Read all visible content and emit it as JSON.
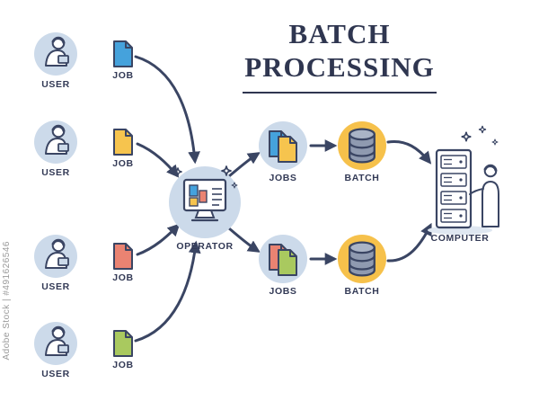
{
  "title": {
    "line1": "BATCH",
    "line2": "PROCESSING"
  },
  "watermark": {
    "side_text": "Adobe Stock | #491626546"
  },
  "palette": {
    "outline": "#3a4563",
    "node_bg": "#ccdaea",
    "batch_bg": "#f6c14b",
    "db_body": "#8f9ab0",
    "db_top": "#aab4c6"
  },
  "users": [
    {
      "label": "USER"
    },
    {
      "label": "USER"
    },
    {
      "label": "USER"
    },
    {
      "label": "USER"
    }
  ],
  "jobs": [
    {
      "label": "JOB",
      "color": "#45a2dc"
    },
    {
      "label": "JOB",
      "color": "#f6c44e"
    },
    {
      "label": "JOB",
      "color": "#ea8372"
    },
    {
      "label": "JOB",
      "color": "#a9c95f"
    }
  ],
  "operator": {
    "label": "OPERATOR"
  },
  "job_groups": [
    {
      "label": "JOBS",
      "back_color": "#45a2dc",
      "front_color": "#f6c44e"
    },
    {
      "label": "JOBS",
      "back_color": "#ea8372",
      "front_color": "#a9c95f"
    }
  ],
  "batches": [
    {
      "label": "BATCH"
    },
    {
      "label": "BATCH"
    }
  ],
  "computer": {
    "label": "COMPUTER"
  }
}
